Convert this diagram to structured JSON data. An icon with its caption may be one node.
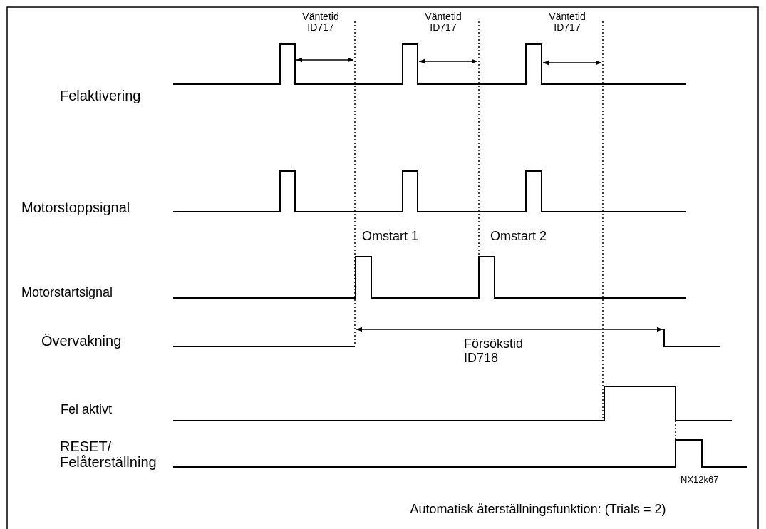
{
  "diagram": {
    "caption": "Automatisk återställningsfunktion: (Trials = 2)",
    "labels": [
      "Väntetid ID717",
      "Väntetid ID717",
      "Väntetid ID717",
      "Felaktivering",
      "Motorstoppsignal",
      "Omstart 1",
      "Omstart 2",
      "Motorstartsignal",
      "Övervakning",
      "Försökstid ID718",
      "Fel aktivt",
      "RESET/ Felåterställning",
      "NX12k67"
    ]
  }
}
